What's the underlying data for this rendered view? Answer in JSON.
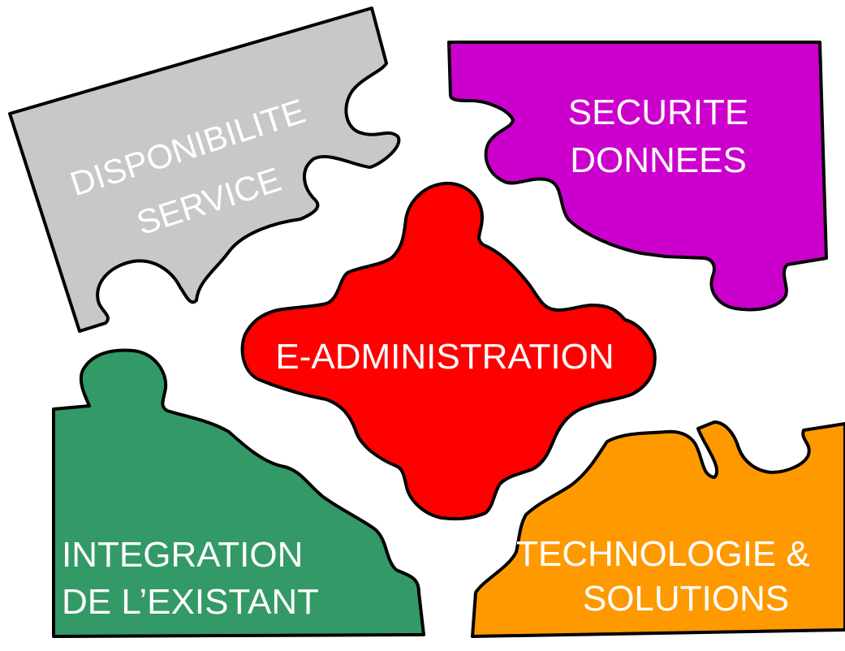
{
  "pieces": {
    "disponibilite": {
      "line1": "DISPONIBILITE",
      "line2": "SERVICE",
      "color": "#c8c8c8"
    },
    "securite": {
      "line1": "SECURITE",
      "line2": "DONNEES",
      "color": "#cc00cc"
    },
    "center": {
      "label": "E-ADMINISTRATION",
      "color": "#ff0000"
    },
    "integration": {
      "line1": "INTEGRATION",
      "line2": "DE L’EXISTANT",
      "color": "#339966"
    },
    "technologie": {
      "line1": "TECHNOLOGIE &",
      "line2": "SOLUTIONS",
      "color": "#ff9900"
    }
  }
}
